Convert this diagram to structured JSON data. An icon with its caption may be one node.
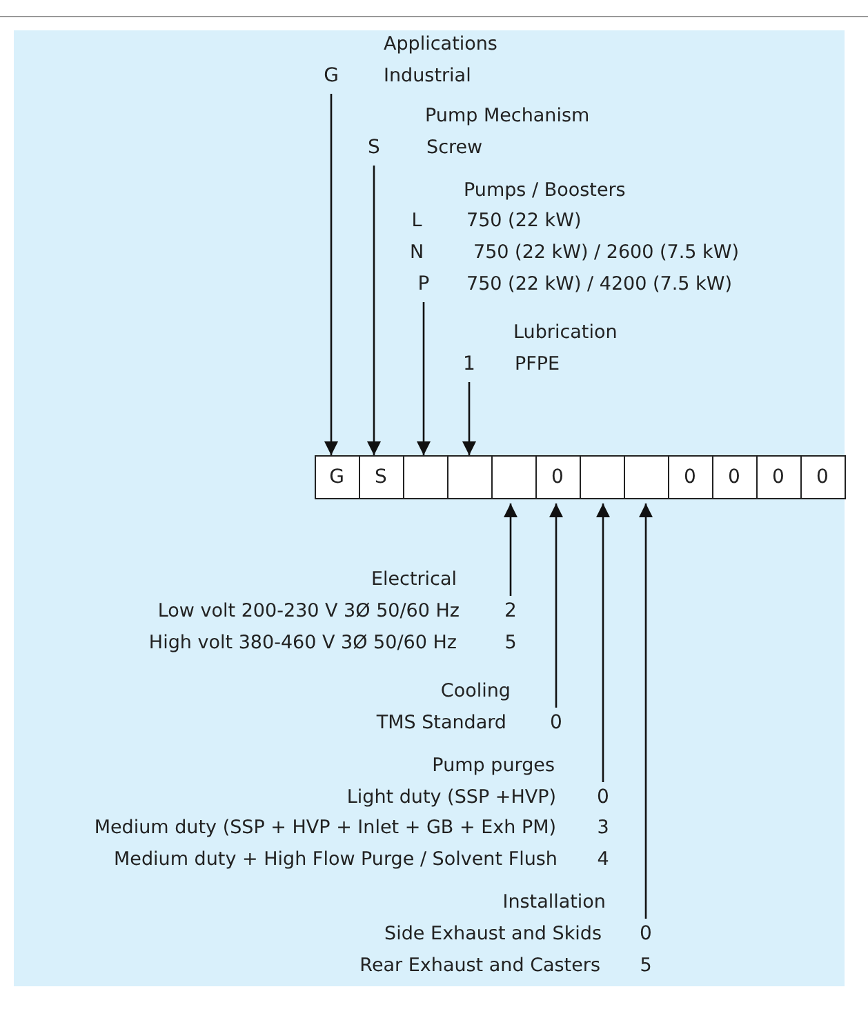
{
  "diagram": {
    "nodes": [
      {
        "text": [
          "G"
        ]
      },
      {
        "text": [
          "S"
        ]
      },
      {
        "text": [
          "P"
        ]
      },
      {
        "text": [
          "1"
        ]
      },
      {
        "text": [
          "G"
        ]
      },
      {
        "text": [
          "S"
        ]
      },
      {
        "text": [],
        "shape": "box"
      },
      {
        "text": [],
        "shape": "box"
      },
      {
        "text": [],
        "shape": "box"
      },
      {
        "text": [
          "0"
        ]
      },
      {
        "text": [],
        "shape": "box"
      },
      {
        "text": [],
        "shape": "box"
      },
      {
        "text": [
          "0"
        ]
      },
      {
        "text": [
          "0"
        ]
      },
      {
        "text": [
          "0"
        ]
      },
      {
        "text": [
          "0"
        ]
      },
      {
        "text": [
          "2"
        ]
      },
      {
        "text": [
          "0"
        ]
      },
      {
        "text": [
          "0"
        ]
      },
      {
        "text": [
          "0"
        ]
      }
    ],
    "edges": [
      {
        "from": 0,
        "to": 4,
        "arrow": "to"
      },
      {
        "from": 1,
        "to": 5,
        "arrow": "to"
      },
      {
        "from": 2,
        "to": 6,
        "arrow": "to"
      },
      {
        "from": 3,
        "to": 7,
        "arrow": "to"
      },
      {
        "from": 16,
        "to": 8,
        "arrow": "to"
      },
      {
        "from": 17,
        "to": 9,
        "arrow": "to"
      },
      {
        "from": 18,
        "to": 10,
        "arrow": "to"
      },
      {
        "from": 19,
        "to": 11,
        "arrow": "to"
      }
    ],
    "labels": [
      "Applications",
      "Industrial",
      "Pump Mechanism",
      "Screw",
      "Pumps / Boosters",
      "L",
      "750 (22 kW)",
      "N",
      "750 (22 kW) / 2600 (7.5 kW)",
      "750 (22 kW) / 4200 (7.5 kW)",
      "Lubrication",
      "PFPE",
      "Electrical",
      "Low volt 200-230 V 3Ø 50/60 Hz",
      "High volt 380-460 V 3Ø 50/60 Hz",
      "5",
      "Cooling",
      "TMS Standard",
      "Pump purges",
      "Light duty (SSP +HVP)",
      "Medium duty (SSP + HVP + Inlet + GB + Exh PM)",
      "3",
      "Medium duty + High Flow Purge / Solvent Flush",
      "4",
      "Installation",
      "Side Exhaust and Skids",
      "Rear Exhaust and Casters",
      "5"
    ]
  }
}
